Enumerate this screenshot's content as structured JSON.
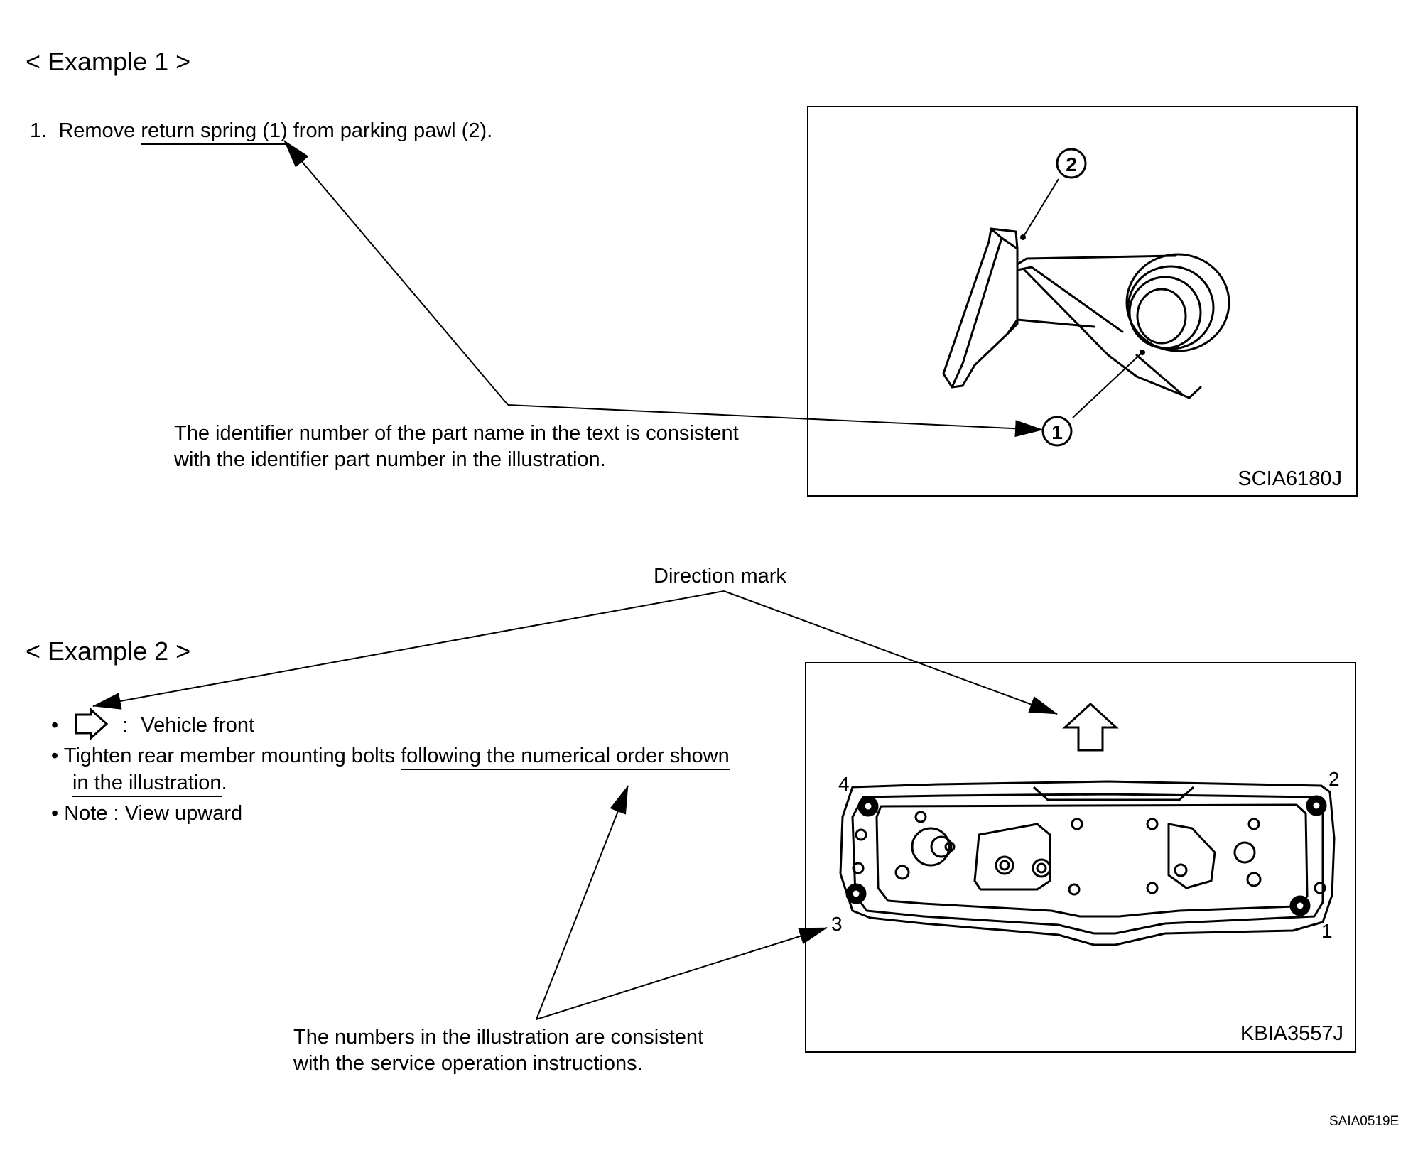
{
  "example1": {
    "heading": "<  Example 1  >",
    "step_number": "1.",
    "step_pre": "Remove ",
    "step_link": "return spring (1)",
    "step_post": " from parking pawl (2).",
    "callout_line1": "The identifier number of the part name in the text is consistent",
    "callout_line2": "with the identifier part number in the illustration.",
    "figure": {
      "code": "SCIA6180J",
      "label_1": "1",
      "label_2": "2"
    }
  },
  "example2": {
    "direction_label": "Direction mark",
    "heading": "<  Example 2  >",
    "bullets": {
      "b1_sep": ":",
      "b1_text": "Vehicle front",
      "b2_pre": "Tighten rear member mounting bolts ",
      "b2_u1": "following the numerical order shown",
      "b2_u2": "in the illustration",
      "b2_post": ".",
      "b3_text": "Note  :  View upward"
    },
    "callout_line1": "The numbers in the illustration are consistent",
    "callout_line2": "with the service operation instructions.",
    "figure": {
      "code": "KBIA3557J",
      "bolt_1": "1",
      "bolt_2": "2",
      "bolt_3": "3",
      "bolt_4": "4"
    }
  },
  "page_code": "SAIA0519E"
}
